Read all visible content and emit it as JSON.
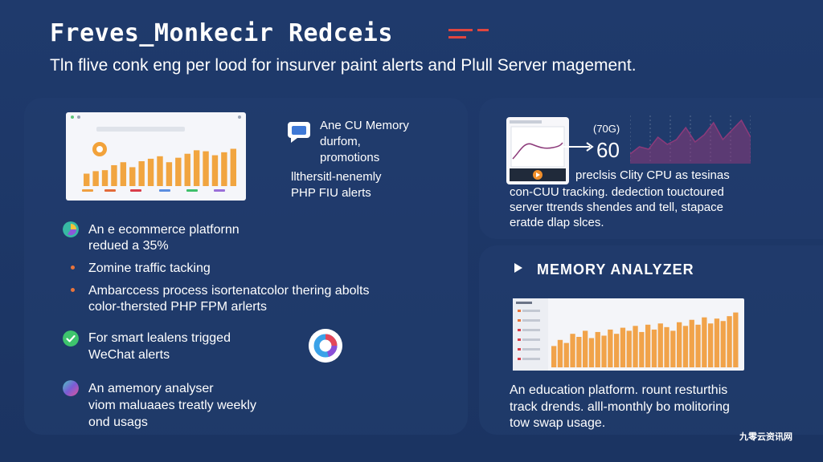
{
  "header": {
    "title": "Freves_Monkecir Redceis",
    "subtitle": "Tln flive conk eng per lood for insurver paint alerts and Plull Server magement."
  },
  "left_panel": {
    "dashboard": {
      "bars": [
        0.25,
        0.3,
        0.32,
        0.42,
        0.48,
        0.38,
        0.5,
        0.55,
        0.6,
        0.48,
        0.57,
        0.65,
        0.72,
        0.7,
        0.62,
        0.68,
        0.75
      ],
      "bar_color": "#f1a540"
    },
    "callout": {
      "line1": "Ane CU Memory",
      "line2": "durfom,",
      "line3": "promotions",
      "line4": "llthersitl-nenemly",
      "line5": "PHP FIU alerts"
    },
    "features": [
      {
        "icon": "pie-chart-icon",
        "color": "#37b8a3",
        "lines": [
          "An e ecommerce platfornn",
          "redued a 35%"
        ]
      },
      {
        "icon": "bullet-dot",
        "color": "#e9743b",
        "lines": [
          "Zomine traffic tacking"
        ]
      },
      {
        "icon": "bullet-dot",
        "color": "#e9743b",
        "lines": [
          "Ambarccess process isortenatcolor thering abolts",
          "color-thersted PHP FPM arlerts"
        ]
      },
      {
        "icon": "check-icon",
        "color": "#3ec46d",
        "lines": [
          "For smart lealens trigged",
          "WeChat alerts"
        ]
      },
      {
        "icon": "circle-gradient-icon",
        "color": "#7a5cd6",
        "lines": [
          "An amemory analyser",
          "viom maluaaes treatly weekly",
          "ond usags"
        ]
      }
    ]
  },
  "right_top": {
    "small_value": "(70G)",
    "big_value": "60",
    "line_chart": {
      "values": [
        0.2,
        0.35,
        0.3,
        0.55,
        0.4,
        0.5,
        0.75,
        0.45,
        0.6,
        0.85,
        0.5,
        0.7,
        0.9,
        0.55
      ],
      "color": "#8c3a7a"
    },
    "desc": [
      "preclsis Clity CPU as tesinas",
      "con-CUU tracking. dedection touctoured",
      "server ttrends shendes and tell, stapace",
      "eratde dlap slces."
    ]
  },
  "right_bottom": {
    "heading": "MEMORY ANALYZER",
    "bars": [
      0.35,
      0.45,
      0.4,
      0.55,
      0.5,
      0.6,
      0.48,
      0.58,
      0.52,
      0.62,
      0.55,
      0.65,
      0.6,
      0.68,
      0.58,
      0.7,
      0.62,
      0.72,
      0.66,
      0.6,
      0.74,
      0.68,
      0.78,
      0.7,
      0.82,
      0.72,
      0.8,
      0.76,
      0.84,
      0.9
    ],
    "bar_color": "#f1a34a",
    "desc": [
      "An education platform. rount resturthis",
      "track drends.  alll-monthly bo molitoring",
      "tow swap usage."
    ]
  },
  "watermark": "九零云资讯网"
}
